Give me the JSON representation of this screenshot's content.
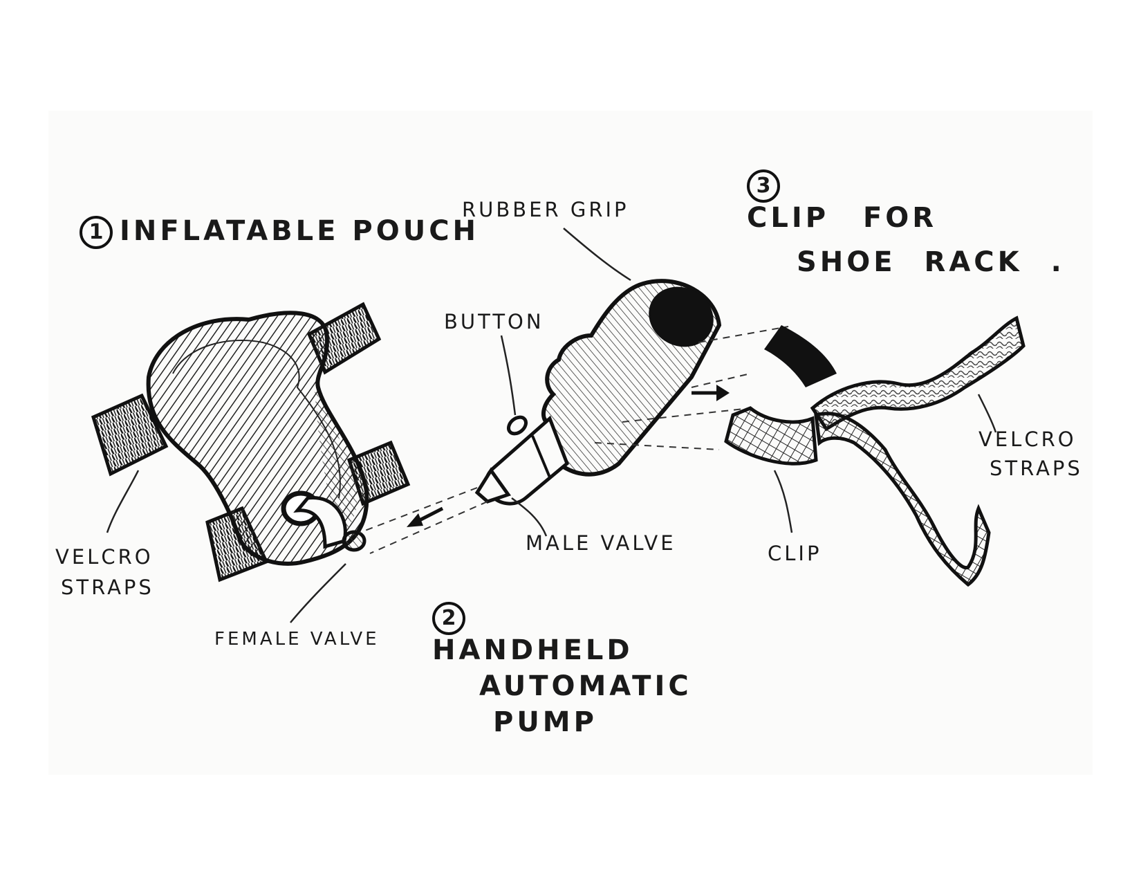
{
  "titles": {
    "pouch": {
      "number": "1",
      "text": "INFLATABLE POUCH"
    },
    "pump": {
      "number": "2",
      "lines": [
        "HANDHELD",
        "AUTOMATIC",
        "PUMP"
      ]
    },
    "clip": {
      "number": "3",
      "lines": [
        "CLIP FOR",
        "SHOE RACK ."
      ]
    }
  },
  "labels": {
    "rubber_grip": "RUBBER GRIP",
    "button": "BUTTON",
    "male_valve": "MALE VALVE",
    "female_valve": "FEMALE VALVE",
    "clip": "CLIP",
    "velcro_left": [
      "VELCRO",
      "STRAPS"
    ],
    "velcro_right": [
      "VELCRO",
      "STRAPS"
    ]
  },
  "colors": {
    "ink": "#111111",
    "paper": "#fbfbfa",
    "hatch": "#3a3a3a"
  }
}
